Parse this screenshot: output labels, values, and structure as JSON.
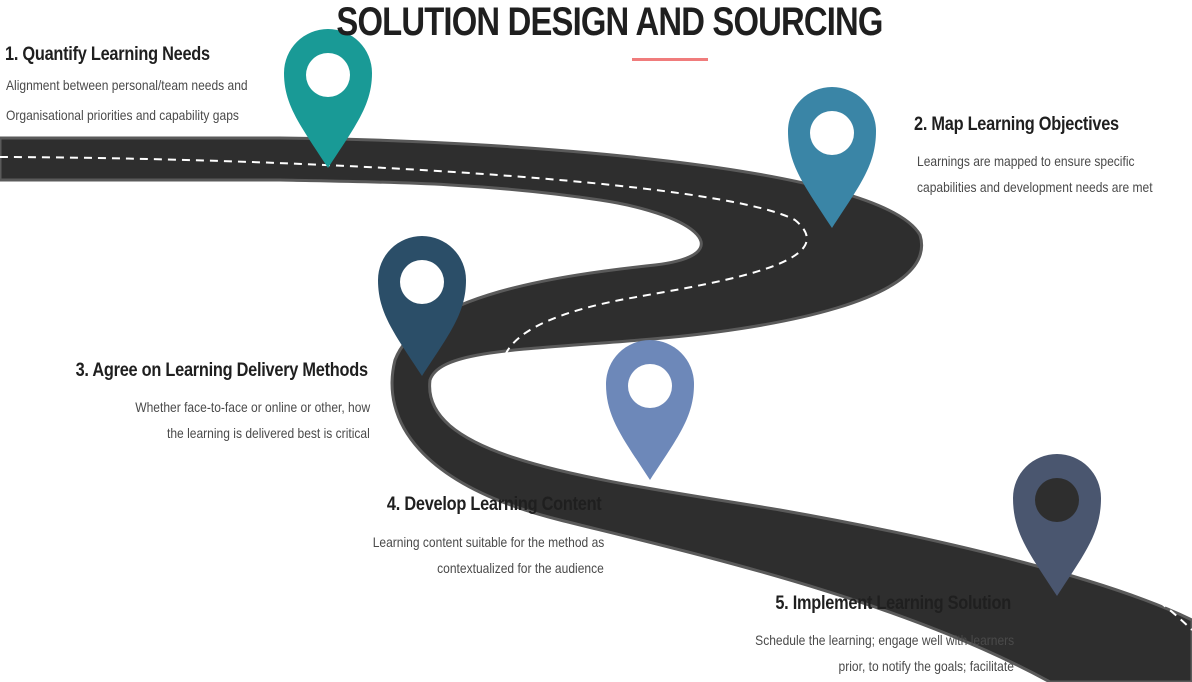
{
  "title": "SOLUTION DESIGN AND SOURCING",
  "colors": {
    "road": "#2e2e2e",
    "road_edge": "#5a5a5a",
    "lane": "#ffffff",
    "underline": "#f07c7c",
    "pin1": "#199a96",
    "pin2": "#3a85a6",
    "pin3": "#2b4e68",
    "pin4": "#6d88b9",
    "pin5": "#4a566f"
  },
  "steps": [
    {
      "heading": "1. Quantify Learning Needs",
      "line1": "Alignment between personal/team needs and",
      "line2": "Organisational priorities and capability gaps",
      "icon": "map-pin-icon"
    },
    {
      "heading": "2. Map Learning Objectives",
      "line1": "Learnings are mapped to ensure specific",
      "line2": "capabilities and development needs are met",
      "icon": "map-pin-icon"
    },
    {
      "heading": "3. Agree on Learning Delivery Methods",
      "line1": "Whether face-to-face or online or other, how",
      "line2": "the learning is delivered best is critical",
      "icon": "map-pin-icon"
    },
    {
      "heading": "4. Develop Learning Content",
      "line1": "Learning content suitable for the method as",
      "line2": "contextualized for the audience",
      "icon": "map-pin-icon"
    },
    {
      "heading": "5. Implement Learning Solution",
      "line1": "Schedule the learning; engage well with learners",
      "line2": "prior, to notify the goals; facilitate",
      "icon": "map-pin-icon"
    }
  ]
}
